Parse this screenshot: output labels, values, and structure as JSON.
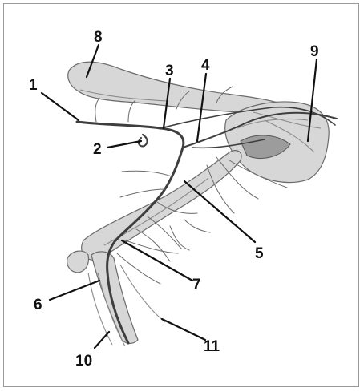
{
  "labels": {
    "n1": "1",
    "n2": "2",
    "n3": "3",
    "n4": "4",
    "n5": "5",
    "n6": "6",
    "n7": "7",
    "n8": "8",
    "n9": "9",
    "n10": "10",
    "n11": "11"
  },
  "colors": {
    "background": "#ffffff",
    "ink": "#111111",
    "bone": "#d7d7d7",
    "vessel": "#3e3e3e"
  }
}
